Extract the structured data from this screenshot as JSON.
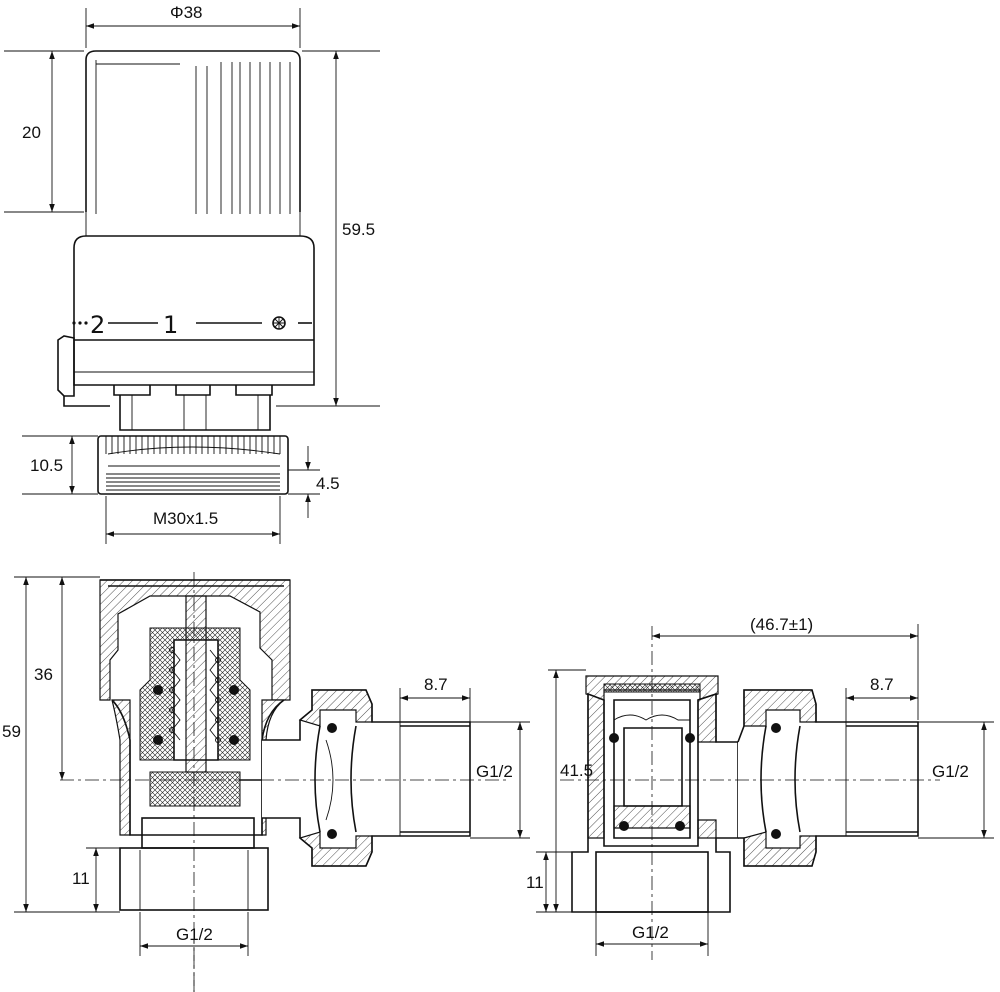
{
  "knob": {
    "dim_diameter": "Φ38",
    "dim_top": "20",
    "dim_height": "59.5",
    "dim_nut_height": "10.5",
    "dim_thread_depth": "4.5",
    "dim_thread": "M30x1.5",
    "scale_2": "2",
    "scale_1": "1"
  },
  "valve_left": {
    "dim_total": "59",
    "dim_axis": "36",
    "dim_offset": "8.7",
    "dim_side_thread": "G1/2",
    "dim_bottom": "11",
    "dim_bottom_thread": "G1/2"
  },
  "valve_right": {
    "dim_length": "(46.7±1)",
    "dim_offset": "8.7",
    "dim_height": "41.5",
    "dim_side_thread": "G1/2",
    "dim_bottom": "11",
    "dim_bottom_thread": "G1/2"
  }
}
